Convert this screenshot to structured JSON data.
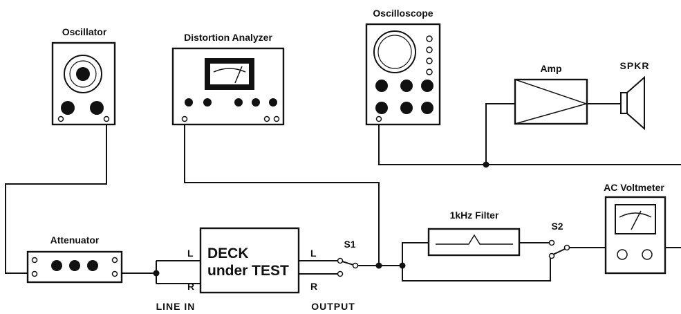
{
  "labels": {
    "oscillator": "Oscillator",
    "distortion_analyzer": "Distortion Analyzer",
    "oscilloscope": "Oscilloscope",
    "amp": "Amp",
    "speaker": "SPKR",
    "ac_voltmeter": "AC Voltmeter",
    "attenuator": "Attenuator",
    "deck_line1": "DECK",
    "deck_line2": "under TEST",
    "deck_in_left": "L",
    "deck_in_right": "R",
    "deck_out_left": "L",
    "deck_out_right": "R",
    "line_in": "LINE IN",
    "output": "OUTPUT",
    "switch_1": "S1",
    "switch_2": "S2",
    "filter": "1kHz Filter"
  }
}
